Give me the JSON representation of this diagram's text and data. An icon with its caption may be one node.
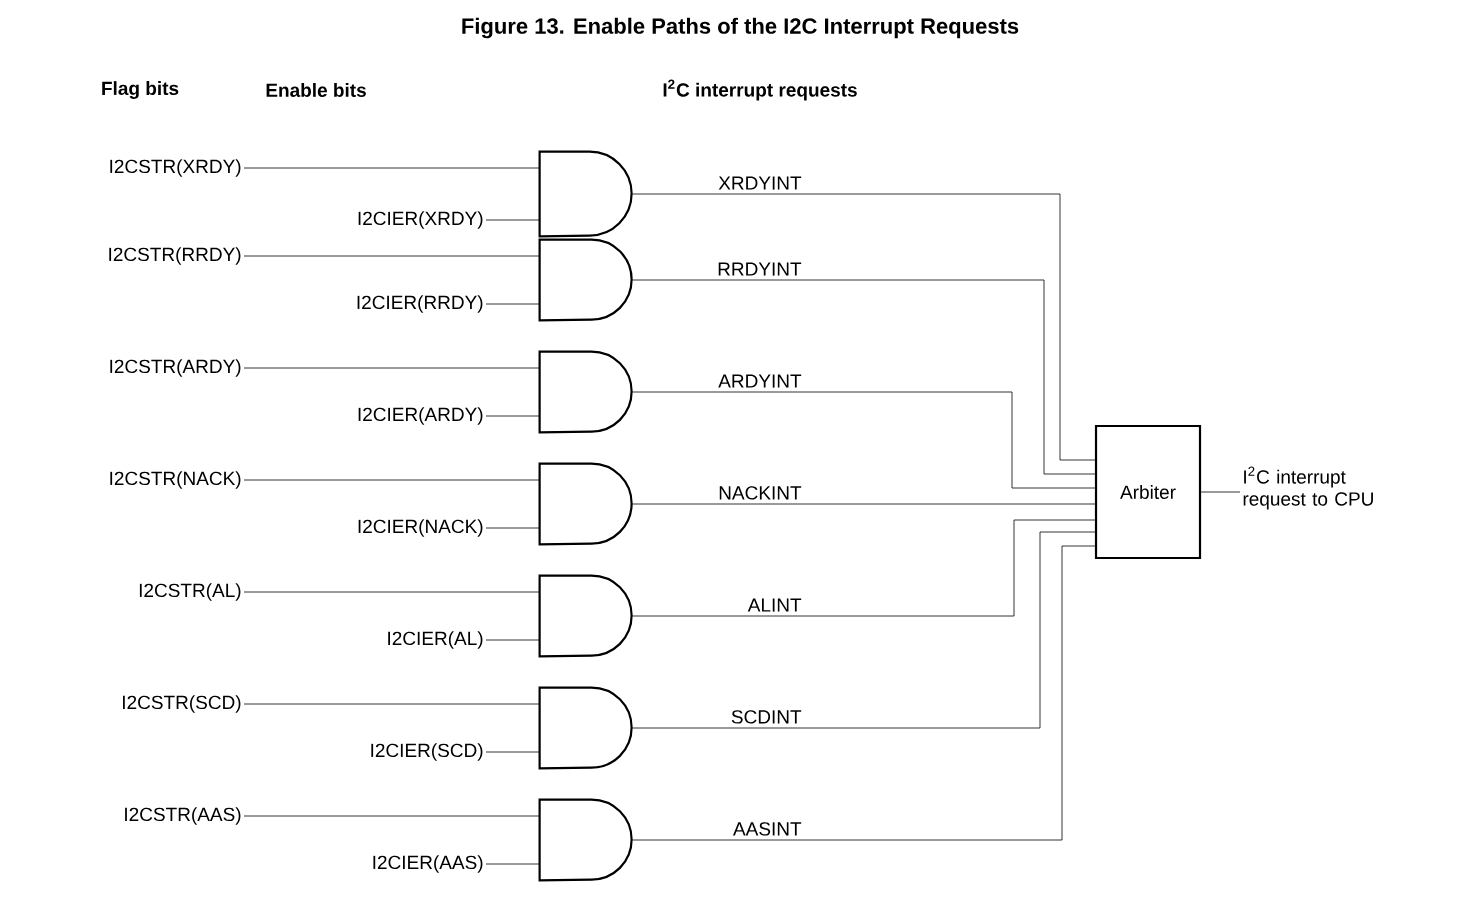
{
  "diagram": {
    "title": "Figure 13. Enable Paths of the I2C Interrupt Requests",
    "nodes": [
      {
        "text": [
          "I2CSTR(XRDY)"
        ]
      },
      {
        "text": [
          "I2CIER(XRDY)"
        ]
      },
      {
        "text": [],
        "shape": "gate"
      },
      {
        "text": [
          "I2CSTR(RRDY)"
        ]
      },
      {
        "text": [
          "I2CIER(RRDY)"
        ]
      },
      {
        "text": [],
        "shape": "gate"
      },
      {
        "text": [
          "I2CSTR(ARDY)"
        ]
      },
      {
        "text": [
          "I2CIER(ARDY)"
        ]
      },
      {
        "text": [],
        "shape": "gate"
      },
      {
        "text": [
          "I2CSTR(NACK)"
        ]
      },
      {
        "text": [
          "I2CIER(NACK)"
        ]
      },
      {
        "text": [],
        "shape": "gate"
      },
      {
        "text": [
          "I2CSTR(AL)"
        ]
      },
      {
        "text": [
          "I2CIER(AL)"
        ]
      },
      {
        "text": [],
        "shape": "gate"
      },
      {
        "text": [
          "I2CSTR(SCD)"
        ]
      },
      {
        "text": [
          "I2CIER(SCD)"
        ]
      },
      {
        "text": [],
        "shape": "gate"
      },
      {
        "text": [
          "I2CSTR(AAS)"
        ]
      },
      {
        "text": [
          "I2CIER(AAS)"
        ]
      },
      {
        "text": [],
        "shape": "gate"
      },
      {
        "text": [
          "Arbiter"
        ]
      },
      {
        "text": [
          "I$^{2}$C interrupt request to CPU"
        ]
      }
    ],
    "edges": [
      {
        "from": 0,
        "to": 2,
        "arrow": "none"
      },
      {
        "from": 1,
        "to": 2,
        "arrow": "none"
      },
      {
        "from": 2,
        "to": 21,
        "arrow": "none",
        "label": "XRDYINT"
      },
      {
        "from": 3,
        "to": 5,
        "arrow": "none"
      },
      {
        "from": 4,
        "to": 5,
        "arrow": "none"
      },
      {
        "from": 5,
        "to": 21,
        "arrow": "none",
        "label": "RRDYINT"
      },
      {
        "from": 6,
        "to": 8,
        "arrow": "none"
      },
      {
        "from": 7,
        "to": 8,
        "arrow": "none"
      },
      {
        "from": 8,
        "to": 21,
        "arrow": "none",
        "label": "ARDYINT"
      },
      {
        "from": 9,
        "to": 11,
        "arrow": "none"
      },
      {
        "from": 10,
        "to": 11,
        "arrow": "none"
      },
      {
        "from": 11,
        "to": 21,
        "arrow": "none",
        "label": "NACKINT"
      },
      {
        "from": 12,
        "to": 14,
        "arrow": "none"
      },
      {
        "from": 13,
        "to": 14,
        "arrow": "none"
      },
      {
        "from": 14,
        "to": 21,
        "arrow": "none",
        "label": "ALINT"
      },
      {
        "from": 15,
        "to": 17,
        "arrow": "none"
      },
      {
        "from": 16,
        "to": 17,
        "arrow": "none"
      },
      {
        "from": 17,
        "to": 21,
        "arrow": "none",
        "label": "SCDINT"
      },
      {
        "from": 18,
        "to": 20,
        "arrow": "none"
      },
      {
        "from": 19,
        "to": 20,
        "arrow": "none"
      },
      {
        "from": 20,
        "to": 21,
        "arrow": "none",
        "label": "AASINT"
      },
      {
        "from": 21,
        "to": 22,
        "arrow": "none"
      }
    ],
    "labels": [
      "Flag bits",
      "Enable bits",
      "I$^{2}$C interrupt requests"
    ]
  }
}
